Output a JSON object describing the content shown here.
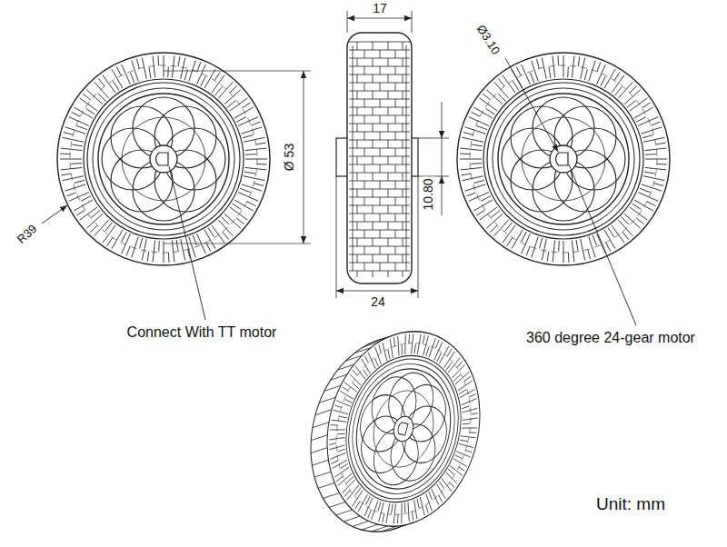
{
  "diagram": {
    "labels": [
      "17",
      "Ø3.10",
      "Ø 53",
      "R39",
      "10.80",
      "24",
      "Connect With TT motor",
      "360 degree 24-gear motor",
      "Unit: mm"
    ]
  }
}
